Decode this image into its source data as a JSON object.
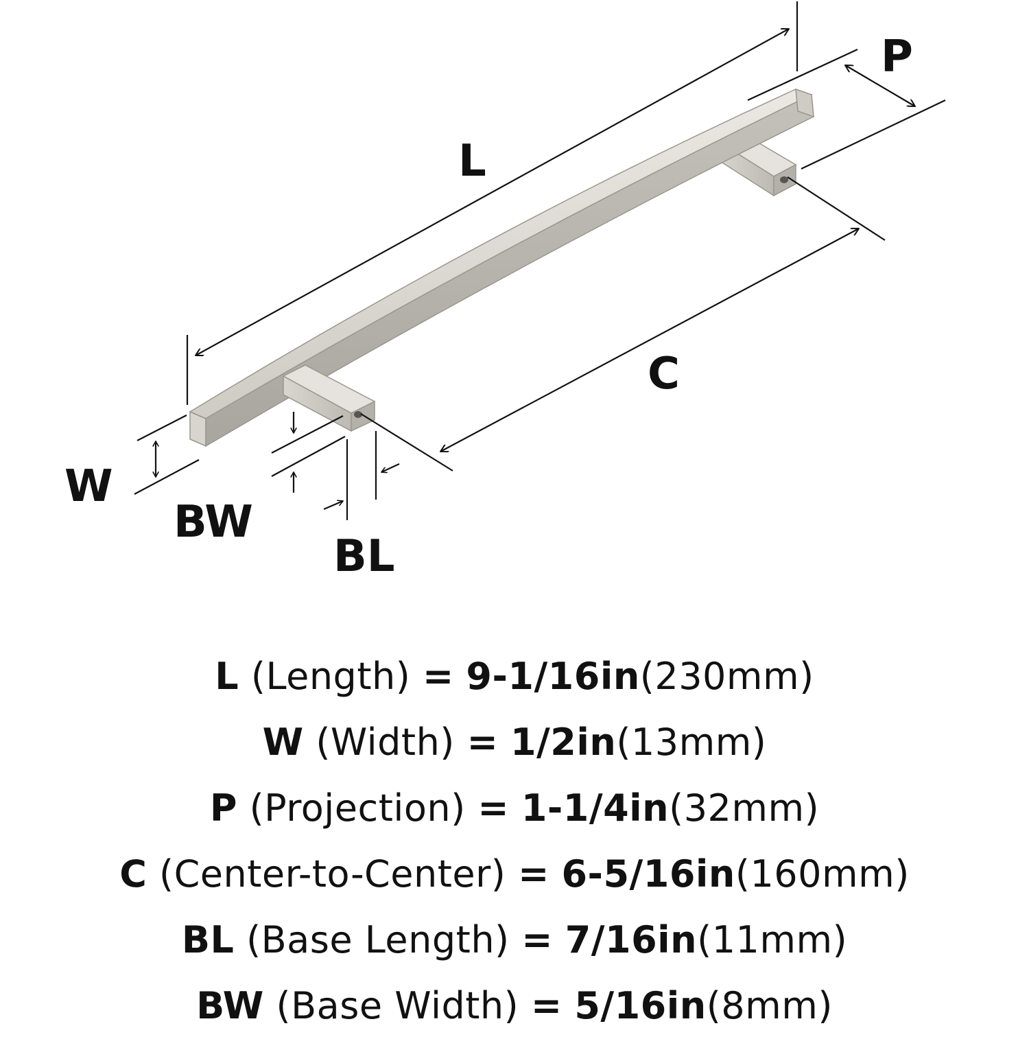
{
  "diagram": {
    "labels": {
      "L": "L",
      "P": "P",
      "C": "C",
      "W": "W",
      "BW": "BW",
      "BL": "BL"
    },
    "colors": {
      "ink": "#111111",
      "metal_light": "#e4e1dc",
      "metal_mid": "#c9c5bf",
      "metal_dark": "#a8a49e"
    }
  },
  "specs": [
    {
      "key": "L",
      "desc": "(Length)",
      "eq": "=",
      "imperial": "9-1/16in",
      "metric": "(230mm)"
    },
    {
      "key": "W",
      "desc": "(Width)",
      "eq": "=",
      "imperial": "1/2in",
      "metric": "(13mm)"
    },
    {
      "key": "P",
      "desc": "(Projection)",
      "eq": "=",
      "imperial": "1-1/4in",
      "metric": "(32mm)"
    },
    {
      "key": "C",
      "desc": "(Center-to-Center)",
      "eq": "=",
      "imperial": "6-5/16in",
      "metric": "(160mm)"
    },
    {
      "key": "BL",
      "desc": "(Base Length)",
      "eq": "=",
      "imperial": "7/16in",
      "metric": "(11mm)"
    },
    {
      "key": "BW",
      "desc": "(Base Width)",
      "eq": "=",
      "imperial": "5/16in",
      "metric": "(8mm)"
    }
  ]
}
